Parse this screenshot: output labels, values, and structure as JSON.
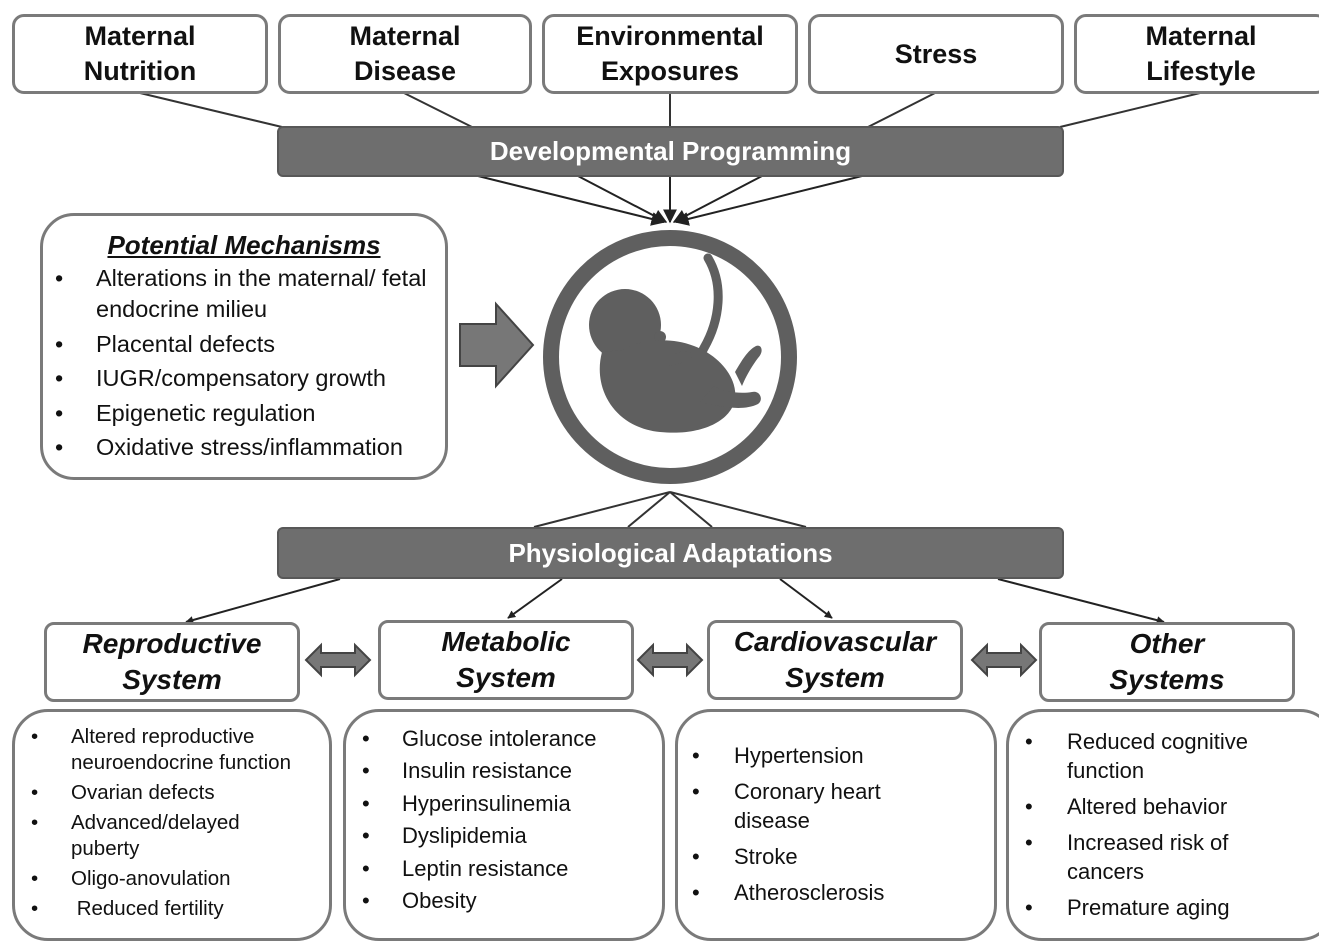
{
  "factors": [
    {
      "label": "Maternal\nNutrition"
    },
    {
      "label": "Maternal\nDisease"
    },
    {
      "label": "Environmental\nExposures"
    },
    {
      "label": "Stress"
    },
    {
      "label": "Maternal\nLifestyle"
    }
  ],
  "developmental_bar": "Developmental Programming",
  "mechanisms": {
    "title": "Potential Mechanisms",
    "items": [
      "Alterations in the maternal/ fetal endocrine milieu",
      "Placental defects",
      "IUGR/compensatory growth",
      "Epigenetic regulation",
      "Oxidative stress/inflammation"
    ]
  },
  "fetus_icon": "fetus-in-womb-icon",
  "physiological_bar": "Physiological Adaptations",
  "systems": [
    {
      "label": "Reproductive\nSystem",
      "effects": [
        "Altered reproductive neuroendocrine function",
        "Ovarian defects",
        "Advanced/delayed\npuberty",
        "Oligo-anovulation",
        " Reduced fertility"
      ]
    },
    {
      "label": "Metabolic\nSystem",
      "effects": [
        "Glucose intolerance",
        "Insulin resistance",
        "Hyperinsulinemia",
        "Dyslipidemia",
        "Leptin resistance",
        "Obesity"
      ]
    },
    {
      "label": "Cardiovascular\nSystem",
      "effects": [
        "Hypertension",
        "Coronary heart\ndisease",
        "Stroke",
        "Atherosclerosis"
      ]
    },
    {
      "label": "Other\nSystems",
      "effects": [
        "Reduced cognitive\nfunction",
        "Altered behavior",
        "Increased risk of\ncancers",
        "Premature aging"
      ]
    }
  ],
  "colors": {
    "bar": "#6e6e6e",
    "border": "#7a7a7a",
    "arrow": "#666666",
    "line": "#333333"
  }
}
